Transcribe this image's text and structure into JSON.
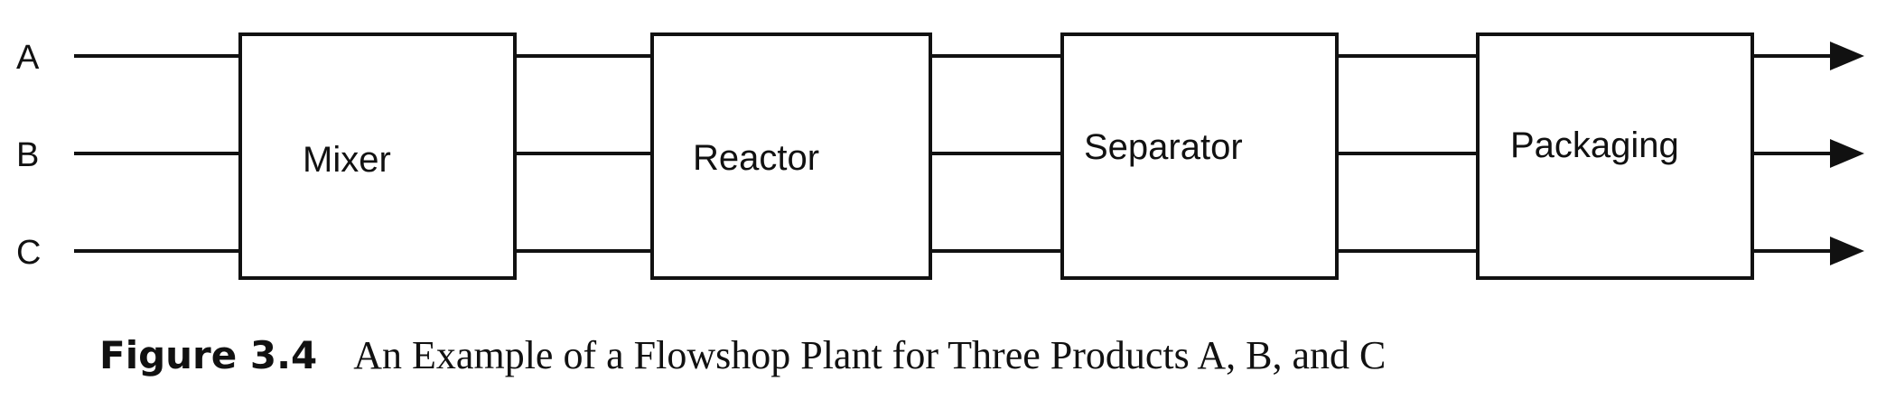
{
  "streams": [
    "A",
    "B",
    "C"
  ],
  "units": [
    "Mixer",
    "Reactor",
    "Separator",
    "Packaging"
  ],
  "caption": {
    "number": "Figure 3.4",
    "text": "An Example of a Flowshop Plant for Three Products A, B, and C"
  }
}
